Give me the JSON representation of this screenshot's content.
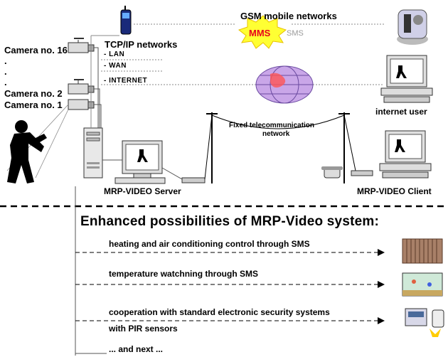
{
  "cameras": {
    "cam16": "Camera no. 16",
    "dots": [
      ".",
      ".",
      "."
    ],
    "cam2": "Camera no. 2",
    "cam1": "Camera no. 1"
  },
  "network": {
    "tcpip": "TCP/IP networks",
    "lan": "- LAN",
    "wan": "- WAN",
    "internet": "- INTERNET",
    "gsm": "GSM mobile networks",
    "mms": "MMS",
    "sms": "SMS",
    "fixed_line1": "Fixed telecommunication",
    "fixed_line2": "network",
    "internet_user": "internet user"
  },
  "nodes": {
    "server": "MRP-VIDEO Server",
    "client": "MRP-VIDEO Client"
  },
  "enhanced": {
    "title": "Enhanced possibilities of MRP-Video system:",
    "items": [
      "heating and air conditioning control through SMS",
      "temperature watchning through SMS",
      "cooperation with standard electronic security systems",
      "with PIR sensors",
      "... and next ..."
    ]
  },
  "colors": {
    "mms_star": "#ffff33",
    "mms_text": "#e8001c",
    "sms_text": "#9a9a9a",
    "globe": "#c9a6e8",
    "phone": "#1a2a7a"
  }
}
